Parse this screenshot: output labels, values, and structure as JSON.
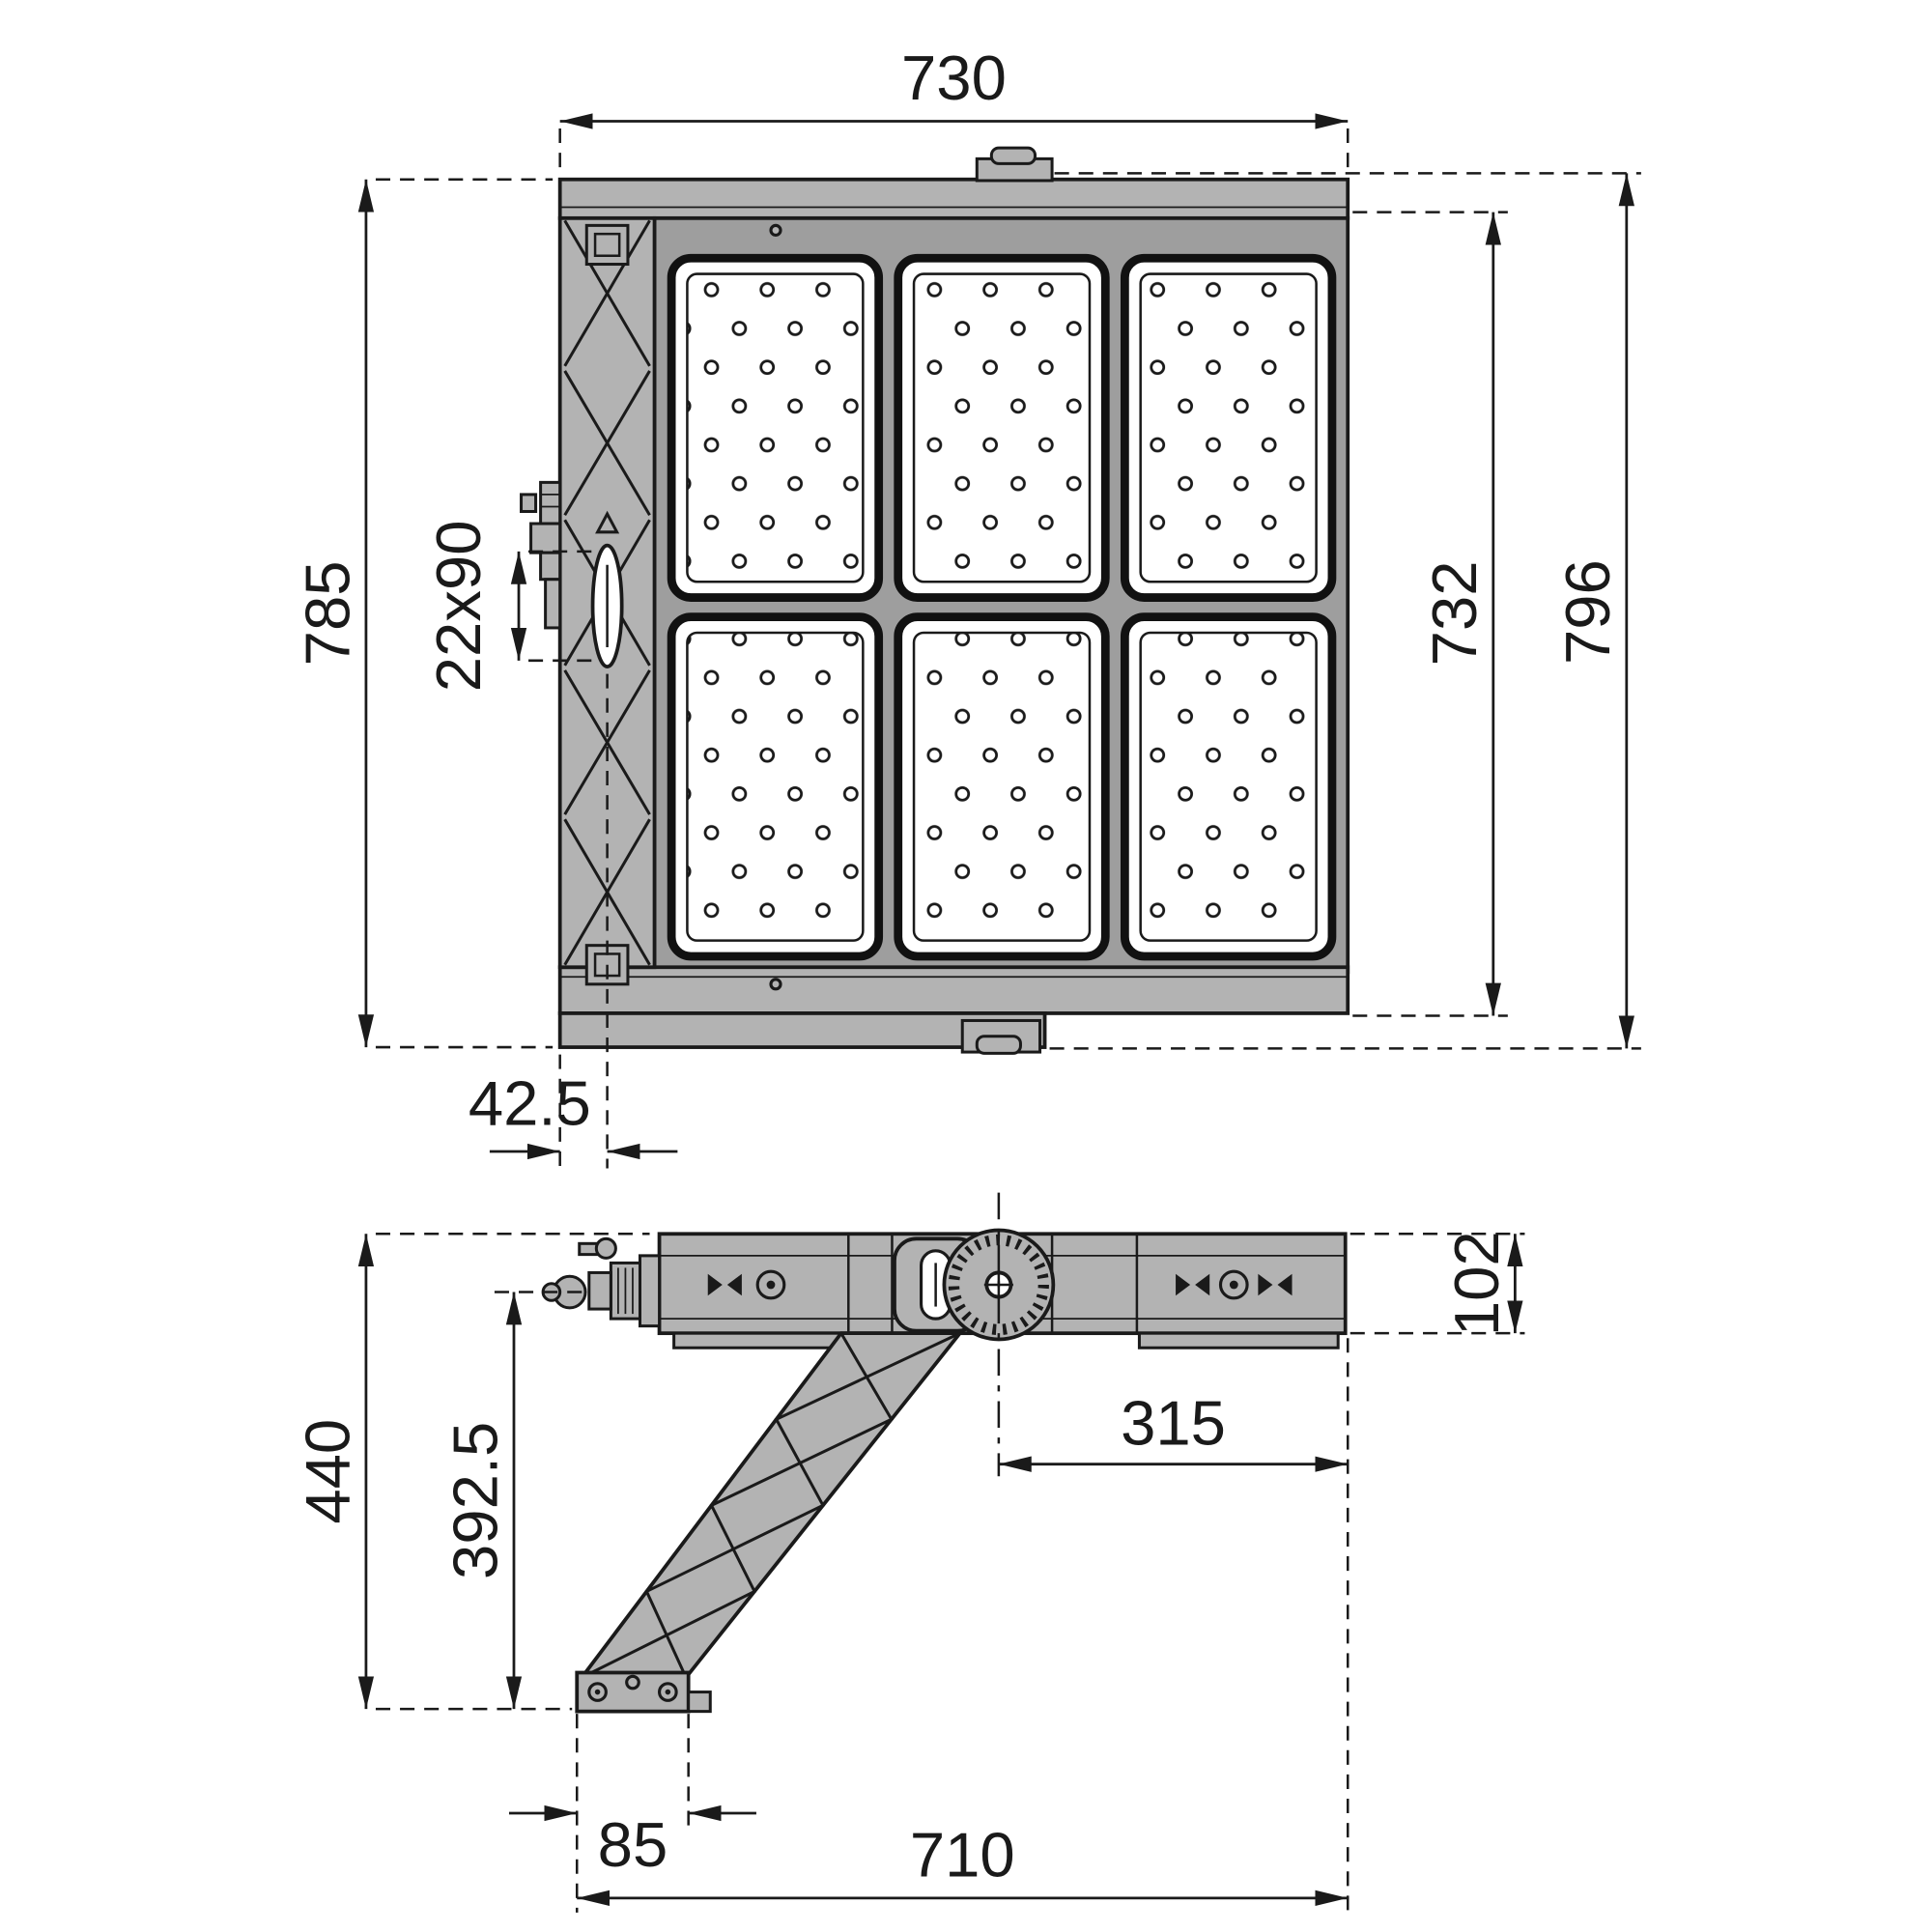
{
  "dims": {
    "d730": "730",
    "d785": "785",
    "d22x90": "22x90",
    "d732": "732",
    "d796": "796",
    "d42_5": "42.5",
    "d102": "102",
    "d315": "315",
    "d440": "440",
    "d392_5": "392.5",
    "d85": "85",
    "d710": "710"
  },
  "colors": {
    "line": "#1a1a1a",
    "metal": "#b3b3b3",
    "metal_dark": "#9e9e9e",
    "panel": "#ffffff",
    "background": "#ffffff"
  }
}
